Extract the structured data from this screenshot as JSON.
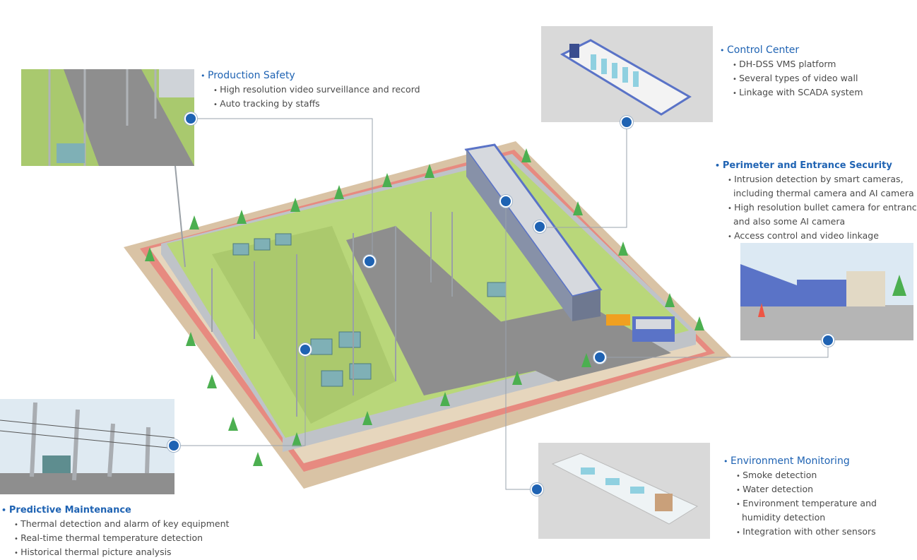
{
  "colors": {
    "accent": "#1f63b3",
    "text": "#4a4a4a",
    "grass": "#b9d77a",
    "road": "#8e8e8e",
    "wall": "#bfc3c8",
    "paving": "#d9c3a5",
    "curb": "#e78a80",
    "building": "#5a73c7"
  },
  "callouts": {
    "production_safety": {
      "title": "Production Safety",
      "items": [
        "High resolution video surveillance  and record",
        "Auto tracking by staffs"
      ]
    },
    "control_center": {
      "title": "Control Center",
      "items": [
        "DH-DSS  VMS platform",
        "Several types of  video wall",
        "Linkage with SCADA system"
      ]
    },
    "perimeter": {
      "title": "Perimeter and Entrance Security",
      "items": [
        "Intrusion detection by smart cameras,",
        "including thermal camera and AI camera",
        "High resolution bullet camera for entrance,",
        "and also some AI camera",
        "Access control and video linkage"
      ]
    },
    "predictive": {
      "title": "Predictive Maintenance",
      "items": [
        "Thermal detection and alarm of key equipment",
        "Real-time thermal temperature detection",
        "Historical thermal picture analysis"
      ]
    },
    "environment": {
      "title": "Environment Monitoring",
      "items": [
        "Smoke detection",
        "Water detection",
        "Environment temperature and",
        "humidity detection",
        "Integration with other sensors"
      ]
    }
  }
}
